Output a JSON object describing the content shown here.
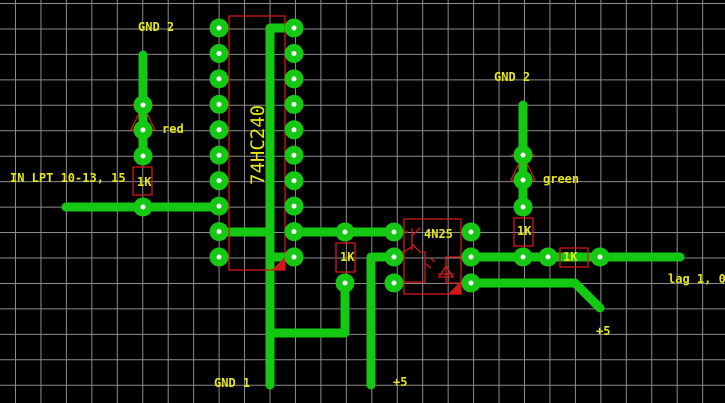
{
  "labels": {
    "gnd2_left": "GND 2",
    "gnd2_right": "GND 2",
    "gnd1": "GND 1",
    "input": "IN LPT 10-13, 15",
    "ic1": "74HC240",
    "ic2": "4N25",
    "led_red": "red",
    "led_green": "green",
    "r1": "1K",
    "r2": "1K",
    "r3": "1K",
    "r4": "1K",
    "vcc1": "+5",
    "vcc2": "+5",
    "output": "lag 1, 0"
  },
  "colors": {
    "background": "#000000",
    "grid": "#8c8c8c",
    "copper": "#14c814",
    "silkscreen": "#d21919",
    "text": "#e6e619"
  }
}
